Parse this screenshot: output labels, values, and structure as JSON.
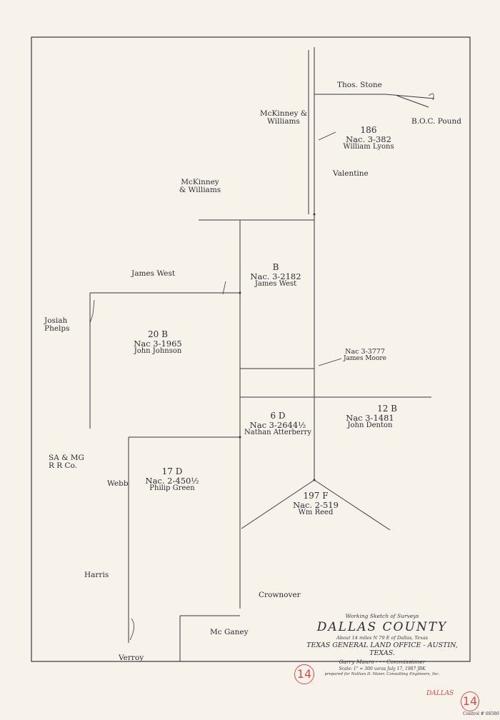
{
  "owners": {
    "thos_stone": "Thos. Stone",
    "mckinney_williams_top": "McKinney & Williams",
    "mckinney_williams_mid": "McKinney & Williams",
    "boc_pound": "B.O.C. Pound",
    "valentine": "Valentine",
    "james_west_name": "James West",
    "josiah_phelps": "Josiah Phelps",
    "sa_mg_rr": "SA & MG R R Co.",
    "webb": "Webb",
    "harris": "Harris",
    "crownover": "Crownover",
    "mcganey": "Mc Ganey",
    "verroy": "Verroy"
  },
  "tracts": {
    "t186": {
      "no": "186",
      "cert": "Nac. 3-382",
      "owner": "William Lyons"
    },
    "tB": {
      "no": "B",
      "cert": "Nac. 3-2182",
      "owner": "James West"
    },
    "t20B": {
      "no": "20 B",
      "cert": "Nac 3-1965",
      "owner": "John Johnson"
    },
    "t3777": {
      "cert": "Nac 3-3777",
      "owner": "James Moore"
    },
    "t6D": {
      "no": "6 D",
      "cert": "Nac 3-2644½",
      "owner": "Nathan Atterberry"
    },
    "t12B": {
      "no": "12 B",
      "cert": "Nac 3-1481",
      "owner": "John Denton"
    },
    "t17D": {
      "no": "17 D",
      "cert": "Nac. 2-450½",
      "owner": "Philip Green"
    },
    "t197F": {
      "no": "197 F",
      "cert": "Nac. 2-519",
      "owner": "Wm Reed"
    }
  },
  "title": {
    "working": "Working Sketch of Surveys",
    "county": "DALLAS COUNTY",
    "about": "About 14 miles N 79 E of Dallas, Texas",
    "glo": "TEXAS GENERAL LAND OFFICE - AUSTIN, TEXAS.",
    "commissioner": "Garry Mauro - - - Commissioner",
    "scale": "Scale: 1\" = 300 varas     July 17, 1987     JBK",
    "prepared": "prepared for Nathan D. Maier, Consulting Engineers, Inc."
  },
  "sheet_number": "14",
  "stamp_county": "DALLAS",
  "stamp_number": "14",
  "control_number": "Control # 68580",
  "colors": {
    "ink": "#2c2a36",
    "paper": "#f7f3ea",
    "stamp": "#d84b4b"
  }
}
